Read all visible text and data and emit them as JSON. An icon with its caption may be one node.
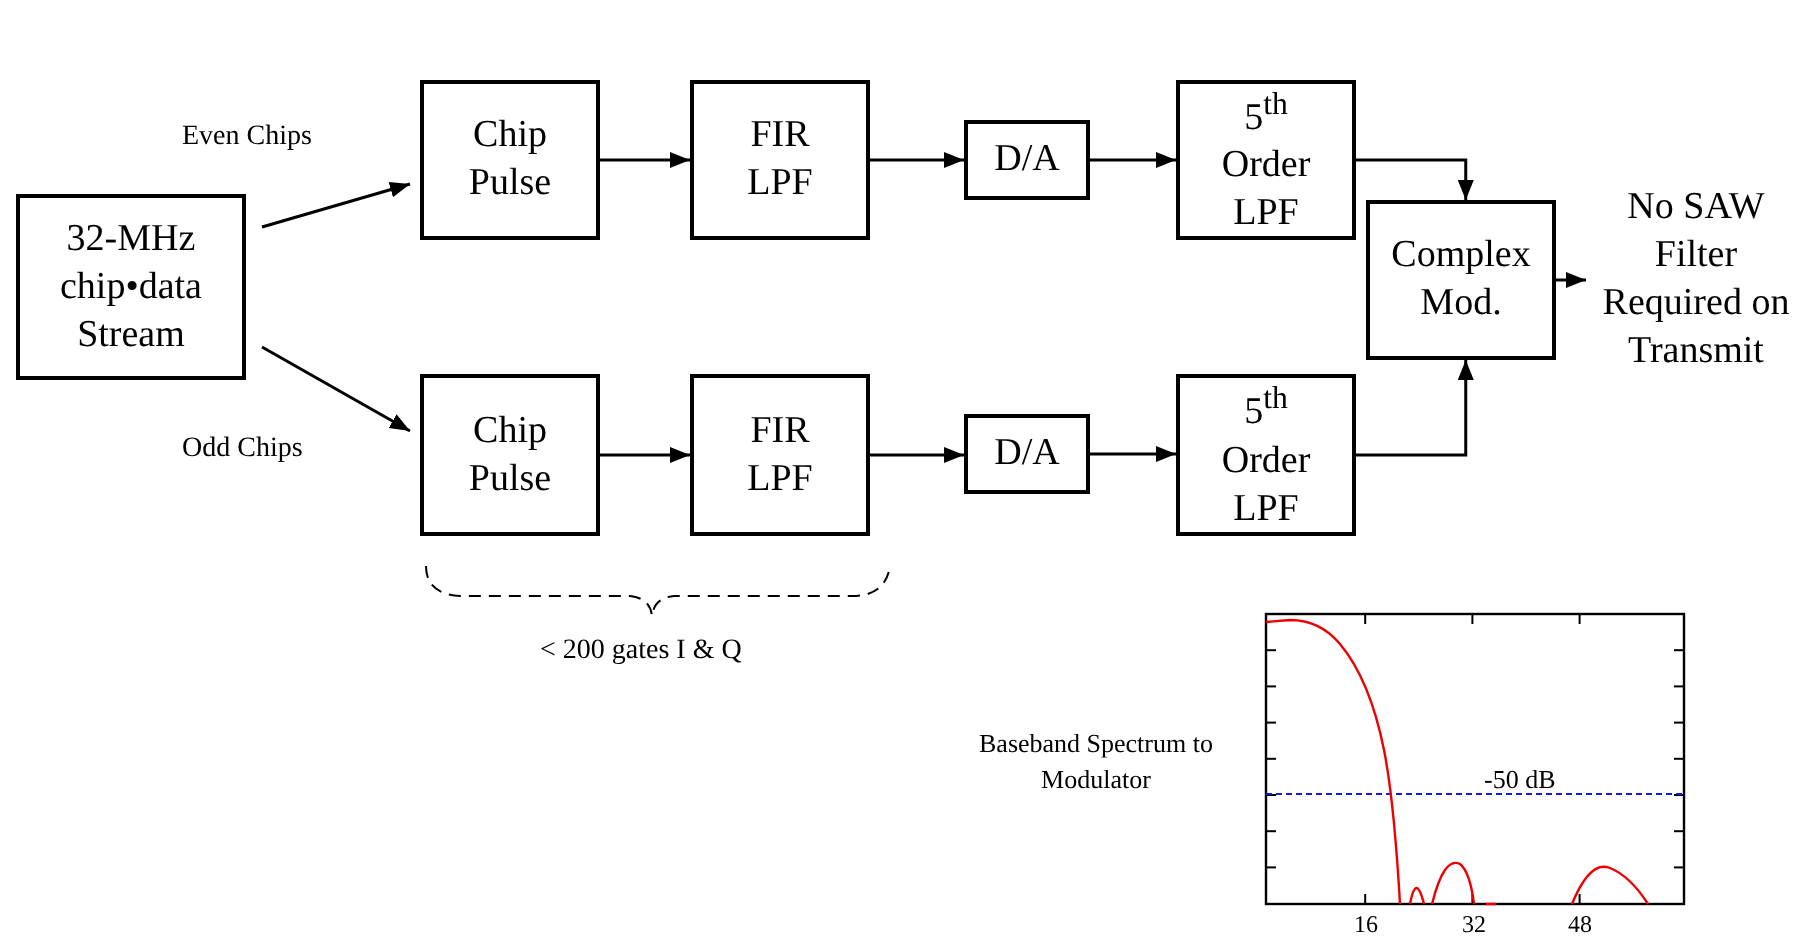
{
  "diagram": {
    "nodes": [
      {
        "text": [
          "32-MHz chip•data Stream"
        ]
      },
      {
        "text": [
          "Chip Pulse"
        ]
      },
      {
        "text": [
          "FIR LPF"
        ]
      },
      {
        "text": [
          "D/A"
        ]
      },
      {
        "text": [
          "5$^{th}$ Order LPF"
        ]
      },
      {
        "text": [
          "Complex Mod."
        ]
      },
      {
        "text": [
          "No SAW Filter Required on Transmit"
        ]
      },
      {
        "text": [
          "Chip Pulse"
        ]
      },
      {
        "text": [
          "FIR LPF"
        ]
      },
      {
        "text": [
          "D/A"
        ]
      },
      {
        "text": [
          "5$^{th}$ Order LPF"
        ]
      }
    ],
    "edges": [
      {
        "from": 0,
        "to": 1,
        "arrow": "to",
        "label": "Even Chips"
      },
      {
        "from": 1,
        "to": 2,
        "arrow": "to"
      },
      {
        "from": 2,
        "to": 3,
        "arrow": "to"
      },
      {
        "from": 3,
        "to": 4,
        "arrow": "to"
      },
      {
        "from": 4,
        "to": 5,
        "arrow": "to"
      },
      {
        "from": 5,
        "to": 6,
        "arrow": "to"
      },
      {
        "from": 0,
        "to": 7,
        "arrow": "to",
        "label": "Odd Chips"
      },
      {
        "from": 7,
        "to": 8,
        "arrow": "to"
      },
      {
        "from": 8,
        "to": 9,
        "arrow": "to"
      },
      {
        "from": 9,
        "to": 10,
        "arrow": "to"
      },
      {
        "from": 10,
        "to": 5,
        "arrow": "to"
      }
    ],
    "labels": [
      "< 200 gates I & Q",
      "Baseband Spectrum to Modulator",
      "-50 dB",
      "16",
      "32",
      "48"
    ]
  }
}
